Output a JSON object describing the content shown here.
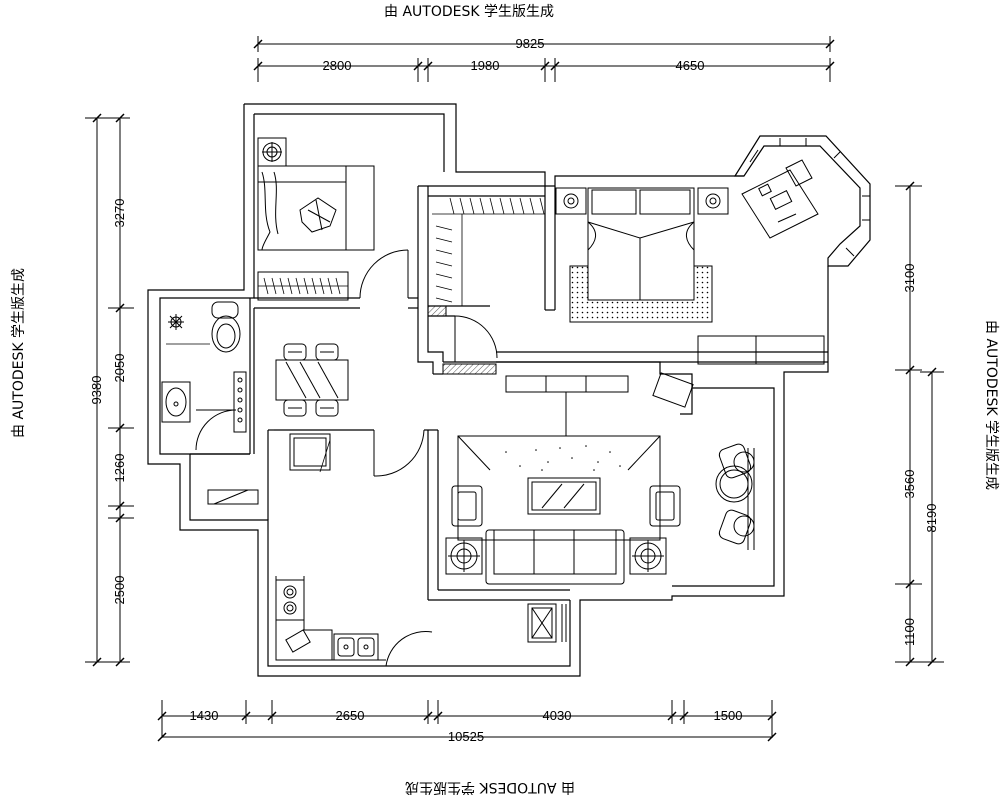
{
  "watermark": {
    "top": "由 AUTODESK 学生版生成",
    "bottom": "由 AUTODESK 学生版生成",
    "left": "由 AUTODESK 学生版生成",
    "right": "由 AUTODESK 学生版生成"
  },
  "dimensions": {
    "top_total": "9825",
    "top_seg1": "2800",
    "top_seg2": "1980",
    "top_seg3": "4650",
    "bottom_total": "10525",
    "bottom_seg1": "1430",
    "bottom_seg2": "2650",
    "bottom_seg3": "4030",
    "bottom_seg4": "1500",
    "left_total": "9380",
    "left_seg1": "3270",
    "left_seg2": "2050",
    "left_seg3": "1260",
    "left_seg4": "2500",
    "right_total": "8190",
    "right_seg1": "3100",
    "right_seg2": "3560",
    "right_seg3": "1100"
  },
  "colors": {
    "line": "#000000",
    "background": "#ffffff",
    "hatch": "#555555"
  },
  "icons": [
    "toilet-icon",
    "sink-icon",
    "stove-icon",
    "bed-icon",
    "sofa-icon",
    "door-swing-icon"
  ]
}
